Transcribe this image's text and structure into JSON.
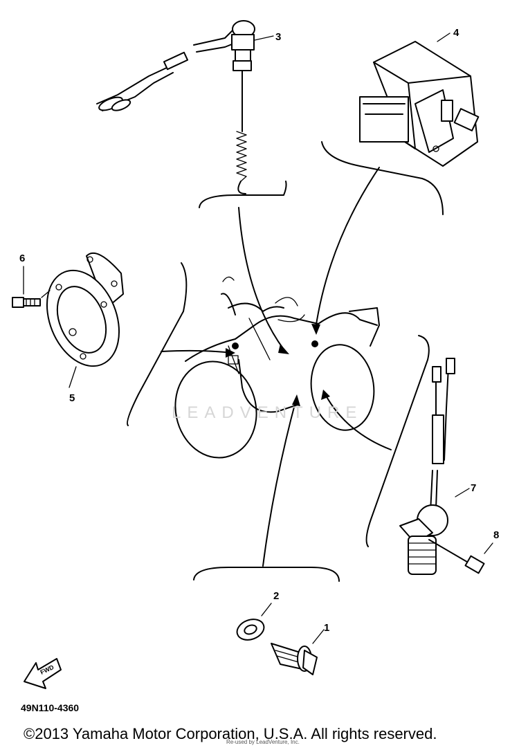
{
  "callouts": {
    "c1": "1",
    "c2": "2",
    "c3": "3",
    "c4": "4",
    "c5": "5",
    "c6": "6",
    "c7": "7",
    "c8": "8"
  },
  "fwd_label": "FWD",
  "watermark": "LEADVENTURE",
  "diagram_code": "49N110-4360",
  "copyright": "©2013 Yamaha Motor Corporation, U.S.A. All rights reserved.",
  "fine_print": "Re-used by LeadVenture, Inc."
}
